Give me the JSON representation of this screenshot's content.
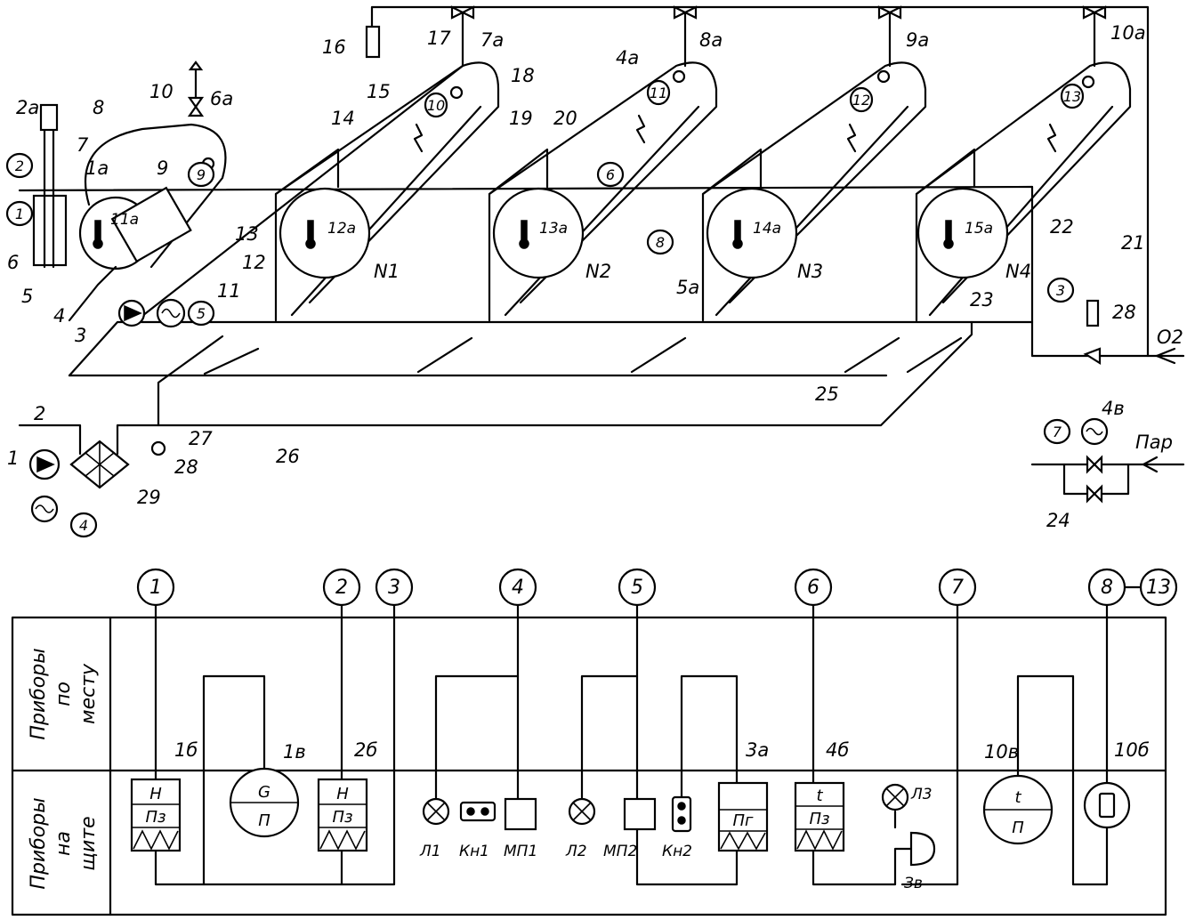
{
  "labels": {
    "l1": "1",
    "l1a": "1а",
    "l2": "2",
    "l2a": "2а",
    "l3": "3",
    "l4": "4",
    "l4a": "4а",
    "l5": "5",
    "l6": "6",
    "l6a": "6а",
    "l7": "7",
    "l7a": "7а",
    "l8": "8",
    "l8a": "8а",
    "l9": "9",
    "l9a": "9а",
    "l10": "10",
    "l10a": "10а",
    "l11": "11",
    "l12": "12",
    "l13": "13",
    "l14": "14",
    "l15": "15",
    "l16": "16",
    "l17": "17",
    "l18": "18",
    "l19": "19",
    "l20": "20",
    "l21": "21",
    "l22": "22",
    "l23": "23",
    "l24": "24",
    "l25": "25",
    "l26": "26",
    "l27": "27",
    "l28": "28",
    "l29": "29",
    "l4v": "4в",
    "o2": "О2",
    "par": "Пар",
    "n1": "N1",
    "n2": "N2",
    "n3": "N3",
    "n4": "N4",
    "t11a": "11а",
    "t12a": "12а",
    "t13a": "13а",
    "t14a": "14а",
    "t15a": "15а",
    "t5a": "5а",
    "t28": "28"
  },
  "circled": {
    "c1": "1",
    "c2": "2",
    "c3": "3",
    "c4": "4",
    "c5": "5",
    "c6": "6",
    "c7": "7",
    "c8": "8",
    "c9": "9",
    "c10": "10",
    "c11": "11",
    "c12": "12",
    "c13": "13",
    "c3b": "3",
    "c7b": "7"
  },
  "panel": {
    "row_top": "Приборы по месту",
    "row_top_lines": [
      "Приборы",
      "по",
      "месту"
    ],
    "row_bottom_lines": [
      "Приборы",
      "на",
      "щите"
    ],
    "columns": [
      "1",
      "2",
      "3",
      "4",
      "5",
      "6",
      "7",
      "8",
      "13"
    ],
    "instruments": {
      "i1b": "1б",
      "i1v": "1в",
      "i2b": "2б",
      "i3a": "3а",
      "i4b": "4б",
      "i10v": "10в",
      "i10b": "10б",
      "H": "Н",
      "Pz": "Пз",
      "Pg": "Пг",
      "G": "G",
      "P": "П",
      "t": "t",
      "L1": "Л1",
      "Kn1": "Кн1",
      "MP1": "МП1",
      "L2": "Л2",
      "MP2": "МП2",
      "Kn2": "Кн2",
      "L3": "Л3",
      "Zv": "Зв"
    }
  }
}
